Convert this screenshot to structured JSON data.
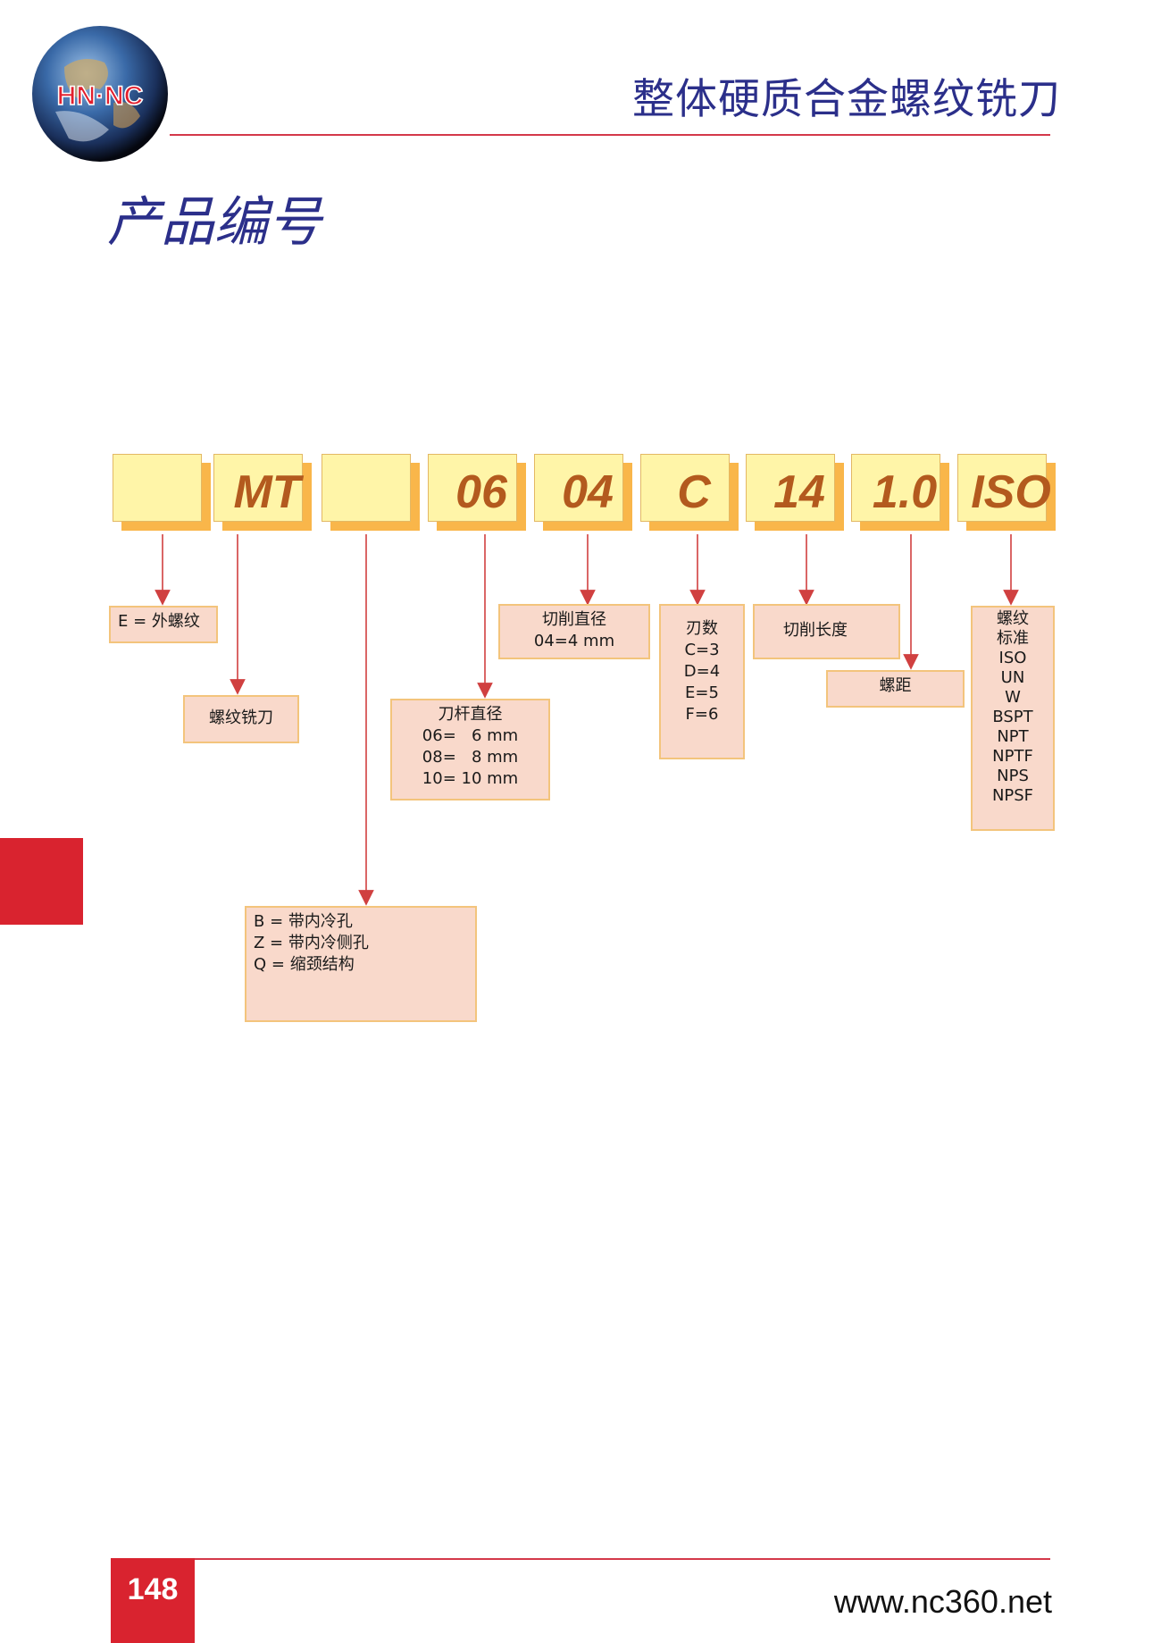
{
  "header": {
    "logo_text": "HN·NC",
    "title": "整体硬质合金螺纹铣刀",
    "section_title": "产品编号"
  },
  "code_boxes": [
    {
      "text": ""
    },
    {
      "text": "MT"
    },
    {
      "text": ""
    },
    {
      "text": "06"
    },
    {
      "text": "04"
    },
    {
      "text": "C"
    },
    {
      "text": "14"
    },
    {
      "text": "1.0"
    },
    {
      "text": "ISO"
    }
  ],
  "explanations": {
    "thread_type": [
      "E = 外螺纹"
    ],
    "tool_type": [
      "螺纹铣刀"
    ],
    "coolant": [
      "B = 带内冷孔",
      "Z = 带内冷侧孔",
      "Q = 缩颈结构"
    ],
    "shank_diameter": [
      "刀杆直径",
      "06=   6 mm",
      "08=   8 mm",
      "10= 10 mm"
    ],
    "cutting_diameter": [
      "切削直径",
      "04=4 mm"
    ],
    "flutes": [
      "刃数",
      "C=3",
      "D=4",
      "E=5",
      "F=6"
    ],
    "cutting_length": [
      "切削长度"
    ],
    "pitch": [
      "螺距"
    ],
    "thread_standard": [
      "螺纹",
      "标准",
      "ISO",
      "UN",
      "W",
      "BSPT",
      "NPT",
      "NPTF",
      "NPS",
      "NPSF"
    ]
  },
  "colors": {
    "accent_red": "#d9232f",
    "title_blue": "#2b2f8a",
    "code_text": "#b35a1e",
    "box_fill": "#f9d9cb",
    "arrow": "#d04040"
  },
  "footer": {
    "page_number": "148",
    "url": "www.nc360.net"
  }
}
